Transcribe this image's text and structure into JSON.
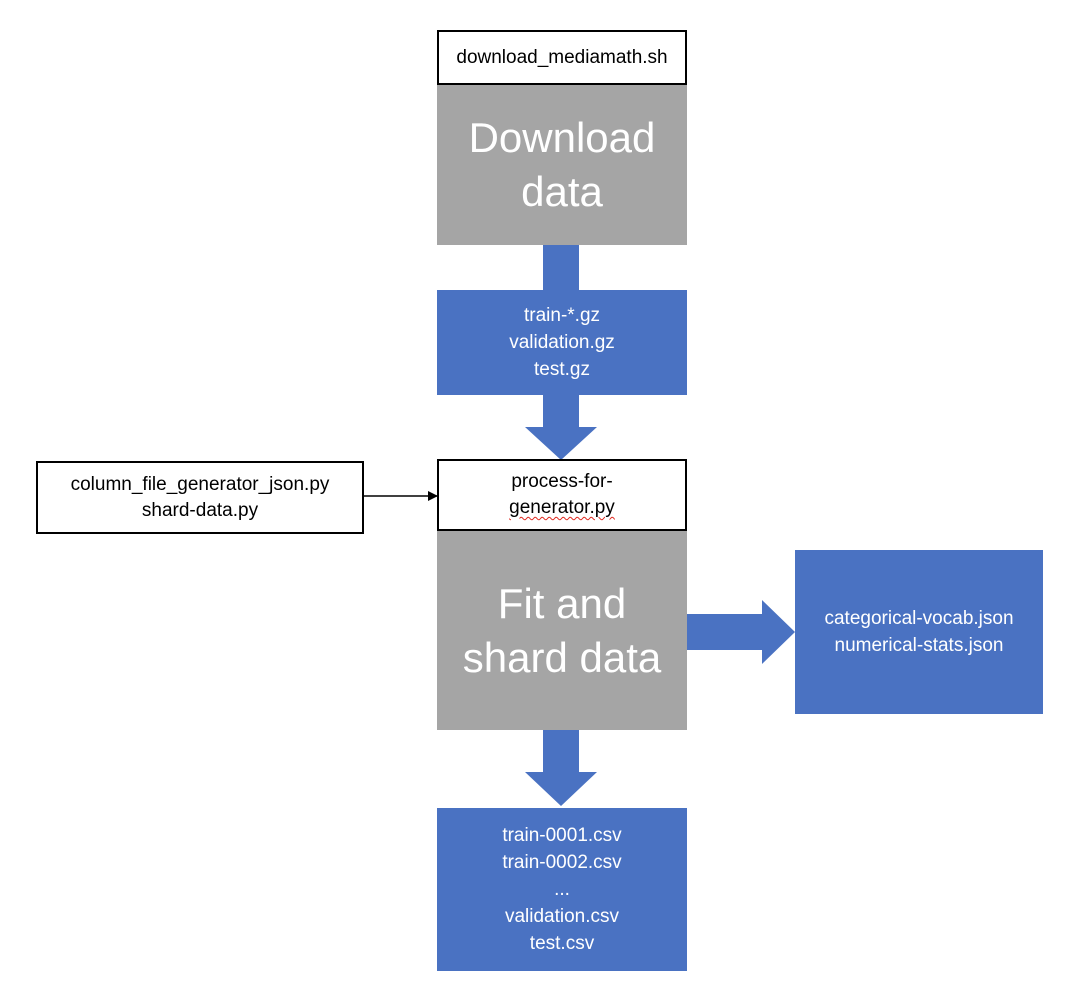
{
  "colors": {
    "blue": "#4a72c2",
    "gray": "#a5a5a5",
    "black": "#000000"
  },
  "script_download": "download_mediamath.sh",
  "step_download": [
    "Download",
    "data"
  ],
  "raw_files": [
    "train-*.gz",
    "validation.gz",
    "test.gz"
  ],
  "helper_scripts": [
    "column_file_generator_json.py",
    "shard-data.py"
  ],
  "script_process": [
    "process-for-",
    "generator.py"
  ],
  "step_fit": [
    "Fit and",
    "shard data"
  ],
  "stats_files": [
    "categorical-vocab.json",
    "numerical-stats.json"
  ],
  "output_files": [
    "train-0001.csv",
    "train-0002.csv",
    "...",
    "validation.csv",
    "test.csv"
  ]
}
